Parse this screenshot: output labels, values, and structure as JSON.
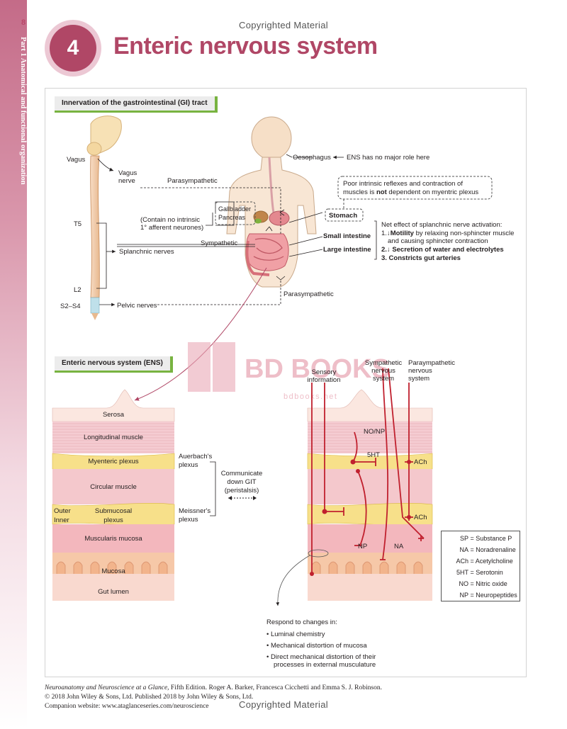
{
  "page": {
    "number": "8",
    "side_label": "Part 1  Anatomical and functional organization",
    "copyright_top": "Copyrighted Material",
    "copyright_bottom": "Copyrighted Material"
  },
  "chapter": {
    "number": "4",
    "title": "Enteric nervous system"
  },
  "panels": {
    "gi_title": "Innervation of the gastrointestinal (GI) tract",
    "ens_title": "Enteric nervous system (ENS)"
  },
  "gi": {
    "vagus": "Vagus",
    "vagus_nerve": [
      "Vagus",
      "nerve"
    ],
    "parasympathetic_top": "Parasympathetic",
    "oesophagus": "Oesophagus",
    "ens_no_role": "ENS has no major role here",
    "poor_reflex": [
      "Poor intrinsic reflexes and contraction of",
      "muscles is "
    ],
    "poor_reflex_bold": "not",
    "poor_reflex_tail": " dependent on myentric plexus",
    "gallbladder": "Gallbladder",
    "pancreas": "Pancreas",
    "contain_no": [
      "(Contain no intrinsic",
      "1° afferent neurones)"
    ],
    "stomach": "Stomach",
    "t5": "T5",
    "net_effect": "Net effect of splanchnic nerve activation:",
    "effect_1_prefix": "1.↓",
    "effect_1_bold": "Motility",
    "effect_1_rest": " by relaxing non-sphincter muscle",
    "effect_1_line2": "and causing sphincter contraction",
    "effect_2_prefix": "2.↓ ",
    "effect_2_bold": "Secretion of water and electrolytes",
    "effect_3": "3. Constricts gut arteries",
    "small_intestine": "Small intestine",
    "large_intestine": "Large intestine",
    "sympathetic": "Sympathetic",
    "splanchnic": "Splanchnic nerves",
    "l2": "L2",
    "parasympathetic_bottom": "Parasympathetic",
    "s2_s4": "S2–S4",
    "pelvic": "Pelvic nerves"
  },
  "ens": {
    "watermark": "BD BOOKS",
    "watermark_sub": "bdbooks.net",
    "sensory": [
      "Sensory",
      "information"
    ],
    "sympathetic_system": [
      "Sympathetic",
      "nervous",
      "system"
    ],
    "parasympathetic_system": [
      "Paraympathetic",
      "nervous",
      "system"
    ],
    "layers": {
      "serosa": "Serosa",
      "longitudinal": "Longitudinal muscle",
      "myenteric": "Myenteric plexus",
      "circular": "Circular muscle",
      "outer": "Outer",
      "inner": "Inner",
      "submucosal": [
        "Submucosal",
        "plexus"
      ],
      "muscularis": "Muscularis mucosa",
      "mucosa": "Mucosa",
      "lumen": "Gut lumen"
    },
    "auerbach": [
      "Auerbach's",
      "plexus"
    ],
    "meissner": [
      "Meissner's",
      "plexus"
    ],
    "communicate": [
      "Communicate",
      "down GIT",
      "(peristalsis)"
    ],
    "no_np": "NO/NP",
    "five_ht": "5HT",
    "ach_top": "ACh",
    "ach_bottom": "ACh",
    "np": "NP",
    "na": "NA",
    "respond_title": "Respond to changes in:",
    "respond_items": [
      "Luminal chemistry",
      "Mechanical distortion of mucosa",
      "Direct mechanical distortion of their"
    ],
    "respond_item3_line2": "processes in external musculature"
  },
  "legend": [
    {
      "abbr": "SP",
      "full": "Substance P"
    },
    {
      "abbr": "NA",
      "full": "Noradrenaline"
    },
    {
      "abbr": "ACh",
      "full": "Acetylcholine"
    },
    {
      "abbr": "5HT",
      "full": "Serotonin"
    },
    {
      "abbr": "NO",
      "full": "Nitric oxide"
    },
    {
      "abbr": "NP",
      "full": "Neuropeptides"
    }
  ],
  "footer": {
    "book_title": "Neuroanatomy and Neuroscience at a Glance,",
    "book_rest": " Fifth Edition. Roger A. Barker, Francesca Cicchetti and Emma S. J. Robinson.",
    "copyright": "© 2018 John Wiley & Sons, Ltd. Published 2018 by John Wiley & Sons, Ltd.",
    "website": "Companion website: www.ataglanceseries.com/neuroscience"
  },
  "colors": {
    "accent": "#b04766",
    "nerve_red": "#c0202e",
    "muscle_pink": "#f2c2c8",
    "plexus_yellow": "#f7e08a",
    "label_green": "#78b340"
  }
}
